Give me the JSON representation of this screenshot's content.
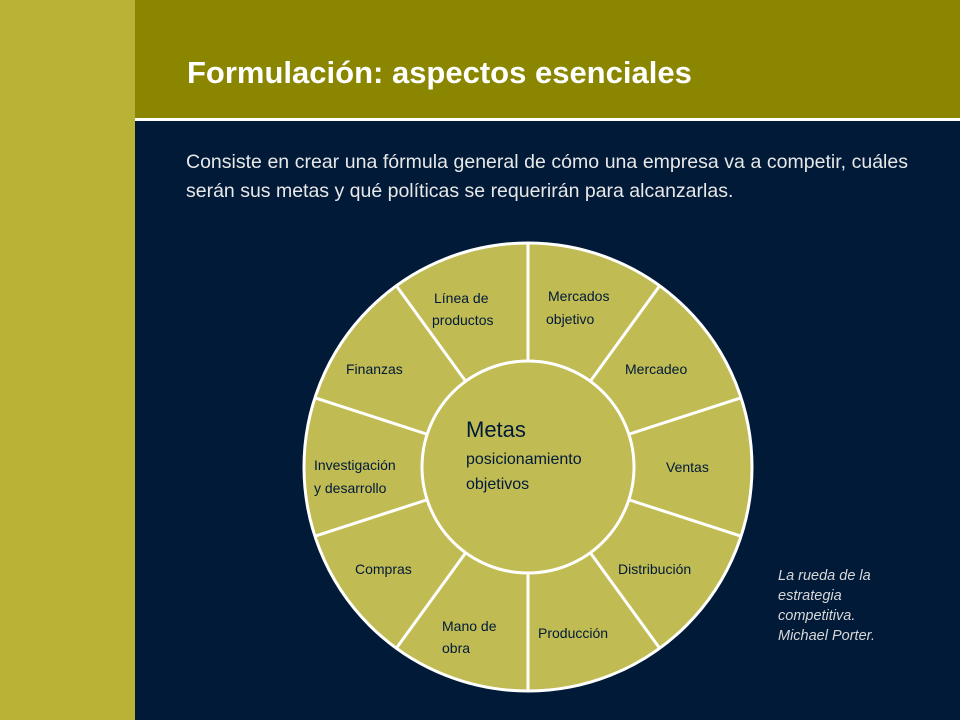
{
  "title": "Formulación: aspectos esenciales",
  "intro": "Consiste en crear una fórmula general de cómo  una empresa va a competir, cuáles serán sus metas y qué políticas se requerirán para alcanzarlas.",
  "wheel": {
    "center": {
      "title": "Metas",
      "lines": [
        "posicionamiento",
        "objetivos"
      ]
    },
    "segments": [
      {
        "lines": [
          "Línea de",
          "productos"
        ]
      },
      {
        "lines": [
          "Mercados",
          "objetivo"
        ]
      },
      {
        "lines": [
          "Mercadeo"
        ]
      },
      {
        "lines": [
          "Ventas"
        ]
      },
      {
        "lines": [
          "Distribución"
        ]
      },
      {
        "lines": [
          "Producción"
        ]
      },
      {
        "lines": [
          "Mano de",
          "obra"
        ]
      },
      {
        "lines": [
          "Compras"
        ]
      },
      {
        "lines": [
          "Investigación",
          "y desarrollo"
        ]
      },
      {
        "lines": [
          "Finanzas"
        ]
      }
    ]
  },
  "caption": [
    "La rueda de la",
    "estrategia",
    "competitiva.",
    "Michael Porter."
  ],
  "colors": {
    "background": "#001a38",
    "header": "#8b8600",
    "accent_band": "#b8b336",
    "wheel_fill": "#c0bb53",
    "wheel_lines": "#ffffff"
  }
}
